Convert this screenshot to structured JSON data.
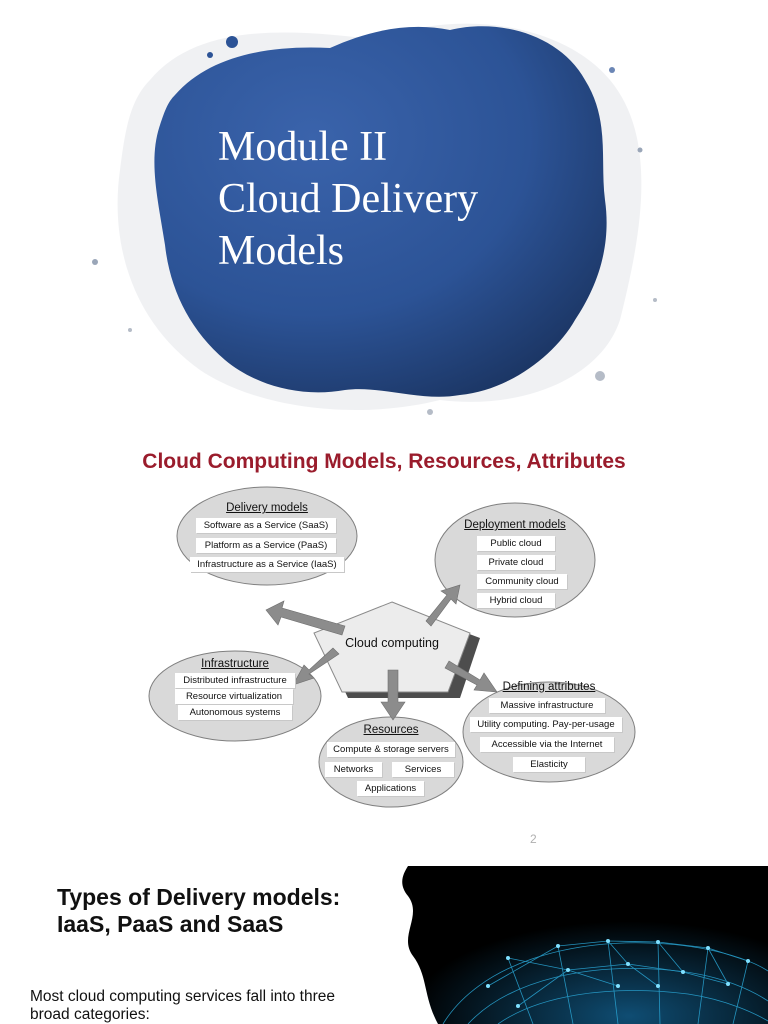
{
  "slide1": {
    "title_lines": [
      "Module II",
      "Cloud Delivery",
      "Models"
    ]
  },
  "slide2": {
    "title": "Cloud Computing Models, Resources, Attributes",
    "center": "Cloud computing",
    "delivery_models": {
      "heading": "Delivery models",
      "items": [
        "Software as a Service (SaaS)",
        "Platform as a Service (PaaS)",
        "Infrastructure as a Service (IaaS)"
      ]
    },
    "deployment_models": {
      "heading": "Deployment models",
      "items": [
        "Public cloud",
        "Private cloud",
        "Community cloud",
        "Hybrid cloud"
      ]
    },
    "infrastructure": {
      "heading": "Infrastructure",
      "items": [
        "Distributed infrastructure",
        "Resource virtualization",
        "Autonomous systems"
      ]
    },
    "resources": {
      "heading": "Resources",
      "items": [
        "Compute & storage servers",
        "Networks",
        "Services",
        "Applications"
      ]
    },
    "defining_attributes": {
      "heading": "Defining attributes",
      "items": [
        "Massive infrastructure",
        "Utility computing. Pay-per-usage",
        "Accessible via the Internet",
        "Elasticity"
      ]
    },
    "page_number": "2"
  },
  "slide3": {
    "title": "Types of Delivery models:  IaaS, PaaS and SaaS",
    "body": "Most cloud computing services fall into three broad categories:"
  },
  "colors": {
    "splash_blue": "#2c5396",
    "title_red": "#9a1c2c",
    "ellipse_fill": "#d9d9d9",
    "arrow_gray": "#8c8c8c"
  }
}
